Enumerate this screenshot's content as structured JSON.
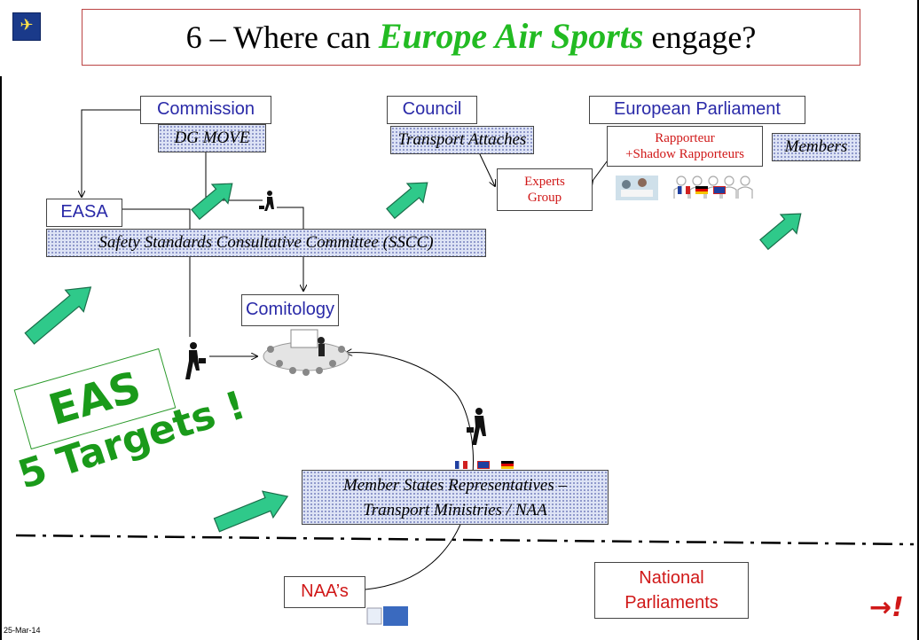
{
  "slide": {
    "title_prefix": "6 – Where can ",
    "title_emphasis": "Europe Air Sports",
    "title_suffix": " engage?",
    "date": "25-Mar-14",
    "next_symbol": "→!"
  },
  "boxes": {
    "commission": "Commission",
    "dg_move": "DG MOVE",
    "council": "Council",
    "transport_attaches": "Transport Attaches",
    "european_parliament": "European Parliament",
    "rapporteur_line1": "Rapporteur",
    "rapporteur_line2": "+Shadow Rapporteurs",
    "members": "Members",
    "experts_line1": "Experts",
    "experts_line2": "Group",
    "easa": "EASA",
    "sscc": "Safety Standards Consultative Committee (SSCC)",
    "comitology": "Comitology",
    "member_states_line1": "Member States Representatives –",
    "member_states_line2": "Transport Ministries / NAA",
    "naas": "NAA’s",
    "national_line1": "National",
    "national_line2": "Parliaments"
  },
  "callout": {
    "eas": "EAS",
    "targets": "5 Targets !"
  },
  "icons": {
    "logo": "europe-air-sports-logo",
    "dgac": "dgac"
  },
  "colors": {
    "arrow_green": "#2fc98a",
    "text_blue": "#2a2aa8",
    "text_red": "#d01818",
    "target_green": "#1a9a1a"
  }
}
